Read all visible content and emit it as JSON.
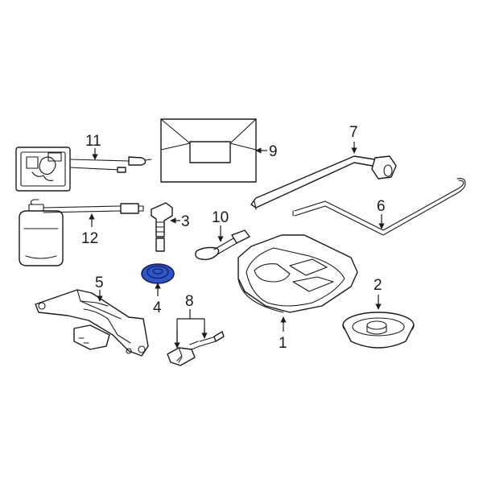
{
  "callouts": [
    {
      "id": "1",
      "label": "1",
      "part": "spare-tire-tray"
    },
    {
      "id": "2",
      "label": "2",
      "part": "spare-tire-hold-down-cup"
    },
    {
      "id": "3",
      "label": "3",
      "part": "valve-connector"
    },
    {
      "id": "4",
      "label": "4",
      "part": "plug"
    },
    {
      "id": "5",
      "label": "5",
      "part": "scissor-jack"
    },
    {
      "id": "6",
      "label": "6",
      "part": "jack-handle-rod"
    },
    {
      "id": "7",
      "label": "7",
      "part": "lug-wrench"
    },
    {
      "id": "8",
      "label": "8",
      "part": "valve-core-tool-and-socket"
    },
    {
      "id": "9",
      "label": "9",
      "part": "tool-bag"
    },
    {
      "id": "10",
      "label": "10",
      "part": "tow-hook"
    },
    {
      "id": "11",
      "label": "11",
      "part": "air-compressor"
    },
    {
      "id": "12",
      "label": "12",
      "part": "sealant-bottle-and-hose"
    }
  ],
  "colors": {
    "line": "#1a1a1a",
    "highlight_fill": "#2f55c8",
    "highlight_stroke": "#0e1f5c",
    "background": "#ffffff"
  }
}
